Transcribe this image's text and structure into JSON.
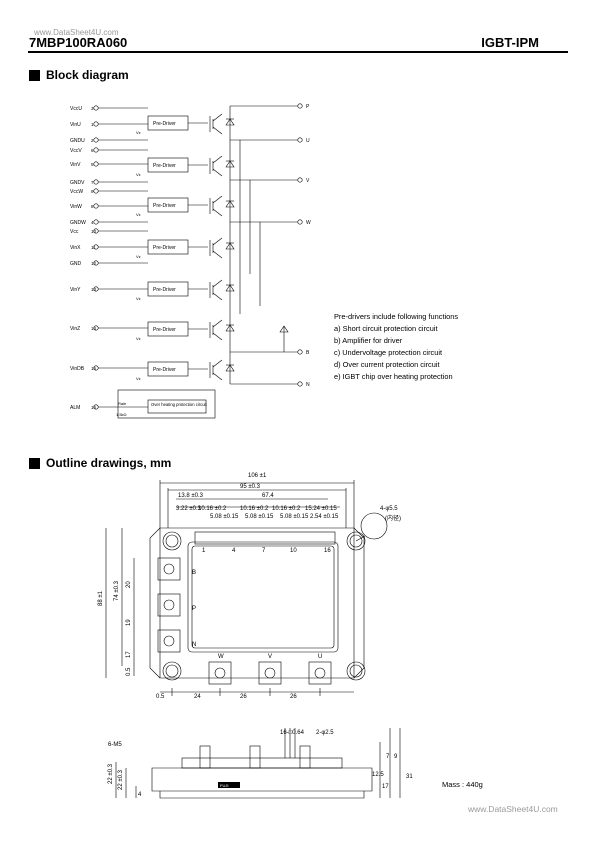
{
  "watermark_top": "www.DataSheet4U.com",
  "watermark_bottom": "www.DataSheet4U.com",
  "header": {
    "part_number": "7MBP100RA060",
    "type": "IGBT-IPM"
  },
  "sections": {
    "block": "Block diagram",
    "outline": "Outline drawings, mm"
  },
  "pins": [
    "VccU",
    "VinU",
    "GNDU",
    "VccV",
    "VinV",
    "GNDV",
    "VccW",
    "VinW",
    "GNDW",
    "Vcc",
    "VinX",
    "GND",
    "VinY",
    "VinZ",
    "VinDB",
    "ALM"
  ],
  "pin_numbers": [
    "3",
    "1",
    "2",
    "6",
    "5",
    "7",
    "9",
    "8",
    "4",
    "10",
    "11",
    "12",
    "13",
    "14",
    "15",
    "16"
  ],
  "outputs": [
    "P",
    "U",
    "V",
    "W",
    "B",
    "N"
  ],
  "predriver_label": "Pre-Driver",
  "vz_label": "Vz",
  "rale_label": "Rale",
  "resistor_label": "1.5kΩ",
  "overheat_label": "Over heating protection circuit",
  "notes": {
    "title": "Pre-drivers include following functions",
    "items": [
      "a) Short circuit protection circuit",
      "b) Amplifier for driver",
      "c) Undervoltage protection circuit",
      "d) Over current protection circuit",
      "e) IGBT chip over heating protection"
    ]
  },
  "dims": {
    "overall_width": "106 ±1",
    "width_95": "95 ±0.3",
    "d_13_8": "13.8 ±0.3",
    "d_67_4": "67.4",
    "d_3_22": "3.22 ±0.3",
    "d_10_16a": "10.16 ±0.2",
    "d_10_16b": "10.16 ±0.2",
    "d_10_16c": "10.16 ±0.2",
    "d_15_24": "15.24 ±0.15",
    "d_5_08a": "5.08 ±0.15",
    "d_5_08b": "5.08 ±0.15",
    "d_5_08c": "5.08 ±0.15",
    "d_2_54": "2.54 ±0.15",
    "hole": "4-φ5.5",
    "hole_note": "(内径)",
    "height_88": "88 ±1",
    "height_74": "74 ±0.3",
    "d_20": "20",
    "d_19": "19",
    "d_17": "17",
    "d_0_5_v": "0.5",
    "d_0_5_h": "0.5",
    "d_24": "24",
    "d_26a": "26",
    "d_26b": "26",
    "pin_1": "1",
    "pin_4": "4",
    "pin_7": "7",
    "pin_10": "10",
    "pin_16": "16",
    "term_B": "B",
    "term_P": "P",
    "term_N": "N",
    "term_W": "W",
    "term_V": "V",
    "term_U": "U",
    "pins_side": "16-□0.64",
    "pins_dia": "2-φ2.5",
    "screws": "6-M5",
    "side_7": "7",
    "side_12_5": "12.5",
    "side_17": "17",
    "side_31": "31",
    "side_9": "9",
    "side_22a": "22 ±0.3",
    "side_22b": "22 ±0.3",
    "side_4": "4"
  },
  "label_logo": "FUJI",
  "mass": "Mass : 440g"
}
